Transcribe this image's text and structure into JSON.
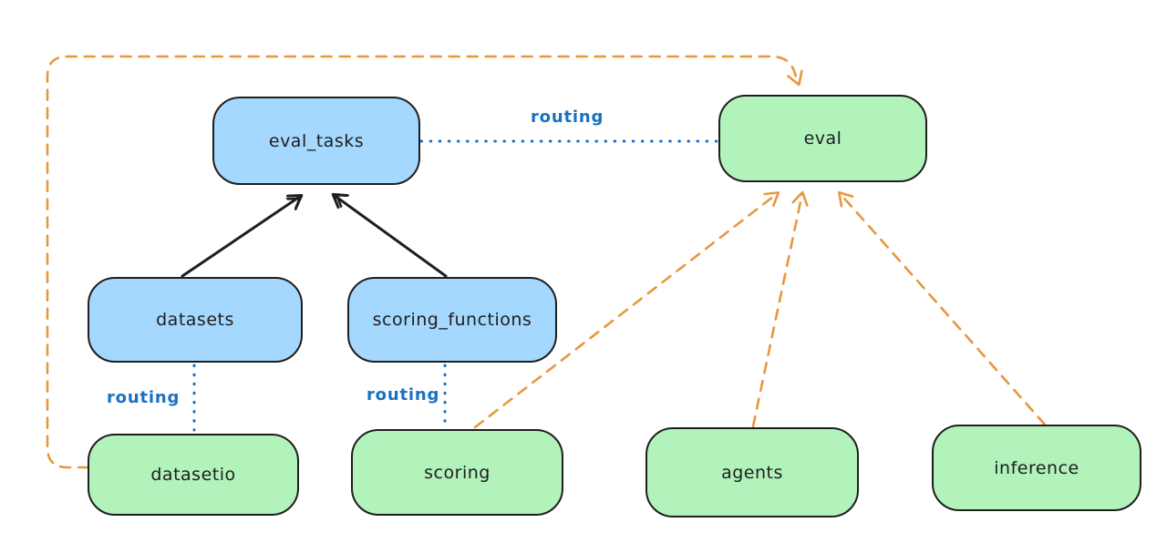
{
  "diagram": {
    "nodes": {
      "eval_tasks": {
        "label": "eval_tasks"
      },
      "eval": {
        "label": "eval"
      },
      "datasets": {
        "label": "datasets"
      },
      "scoring_functions": {
        "label": "scoring_functions"
      },
      "datasetio": {
        "label": "datasetio"
      },
      "scoring": {
        "label": "scoring"
      },
      "agents": {
        "label": "agents"
      },
      "inference": {
        "label": "inference"
      }
    },
    "edge_labels": {
      "eval_tasks_eval": "routing",
      "datasets_datasetio": "routing",
      "scoring_functions_scoring": "routing"
    },
    "colors": {
      "blue_node_fill": "#a5d8ff",
      "green_node_fill": "#b2f2bb",
      "node_stroke": "#1e1e1e",
      "routing_blue": "#1971c2",
      "dependency_orange": "#e8973d",
      "canvas_background": "#ffffff"
    }
  }
}
